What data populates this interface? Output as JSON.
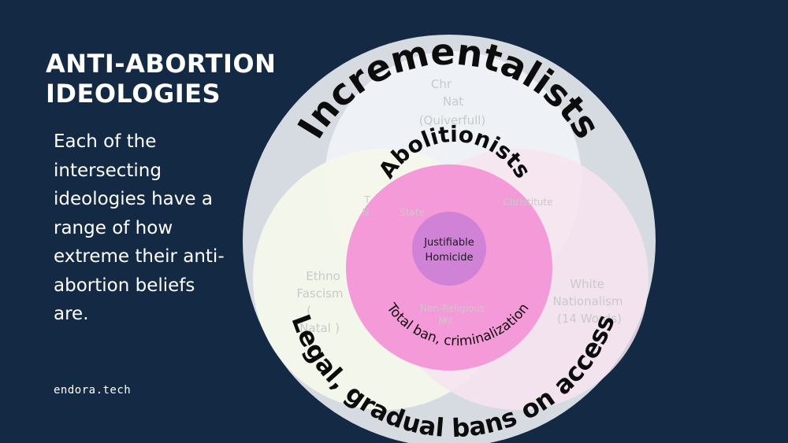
{
  "title_lines": [
    "ANTI-ABORTION",
    "IDEOLOGIES"
  ],
  "description_lines": [
    "Each of the",
    "intersecting",
    "ideologies have a",
    "range of how",
    "extreme their anti-",
    "abortion beliefs",
    "are."
  ],
  "site": "endora.tech",
  "diagram": {
    "rings": {
      "incrementalists": "Incrementalists",
      "legal_bans": "Legal, gradual bans on access",
      "abolitionists": "Abolitionists",
      "total_ban": "Total ban, criminalization",
      "core": [
        "Justifiable",
        "Homicide"
      ]
    },
    "ideology_labels": {
      "top": [
        "Chr",
        "Nat",
        "(Quiverfull)"
      ],
      "left": [
        "Ethno",
        "Fascism",
        "(",
        "Natal",
        ")"
      ],
      "right": [
        "White",
        "Nationalism",
        "(14 Words)"
      ],
      "inner_left": [
        "T",
        "N",
        "",
        "State"
      ],
      "inner_right": [
        "Christitute"
      ],
      "inner_bottom": [
        "Non-Religious",
        "Mil"
      ]
    },
    "colors": {
      "background": "#142a44",
      "outer_circle": "#d6dbe2",
      "top_circle": "#eef1f7",
      "left_circle": "#f5f8ec",
      "right_circle": "#f6e4ef",
      "pink_ring": "#f49ad8",
      "pink_core": "#cf82d6"
    }
  }
}
